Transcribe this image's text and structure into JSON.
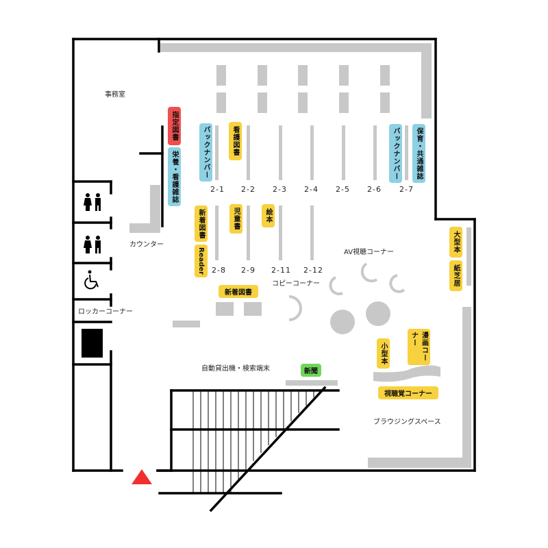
{
  "rooms": {
    "office": "事務室",
    "counter": "カウンター",
    "locker": "ロッカーコーナー",
    "av": "AV視聴コーナー",
    "copy": "コピーコーナー",
    "selfcheck": "自動貸出機・検索端末",
    "browsing": "ブラウジングスペース"
  },
  "shelf_numbers": [
    "2-1",
    "2-2",
    "2-3",
    "2-4",
    "2-5",
    "2-6",
    "2-7",
    "2-8",
    "2-9",
    "2-11",
    "2-12"
  ],
  "labels": {
    "designated": "指定図書",
    "nutrition": "栄養・看護雑誌",
    "backnum1": "バックナンバー",
    "nursing": "看護図書",
    "backnum2": "バックナンバー",
    "childcare": "保育・共通雑誌",
    "newbooks_v": "新着図書",
    "reader": "Reader",
    "children": "児童書",
    "picture": "絵本",
    "newbooks_h": "新着図書",
    "large": "大型本",
    "kamishibai": "紙芝居",
    "manga": "漫画コーナー",
    "small": "小型本",
    "newspaper": "新聞",
    "av_corner": "視聴覚コーナー"
  },
  "icons": [
    "restroom-icon",
    "restroom-icon",
    "wheelchair-icon",
    "entrance-marker-icon"
  ],
  "colors": {
    "yellow": "#f7d13e",
    "blue": "#8ed0e4",
    "red": "#ef4f4f",
    "green": "#6fd65a",
    "shelf": "#c8c8c8",
    "wall": "#000000",
    "entrance": "#f03030"
  }
}
